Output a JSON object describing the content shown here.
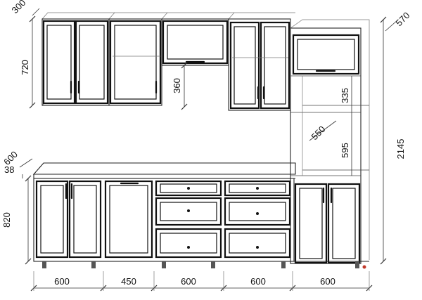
{
  "dimensions": {
    "upper_depth": "300",
    "upper_height": "720",
    "hood_gap": "360",
    "tall_depth": "570",
    "tall_niche": "335",
    "tall_shelf": "550",
    "tall_mid": "595",
    "tall_height": "2145",
    "base_depth": "600",
    "countertop": "38",
    "base_height": "820",
    "widths": [
      "600",
      "450",
      "600",
      "600",
      "600"
    ]
  },
  "colors": {
    "line": "#111111",
    "thin_line": "#777777",
    "background": "#ffffff",
    "plinth_accent": "#c0392b"
  }
}
